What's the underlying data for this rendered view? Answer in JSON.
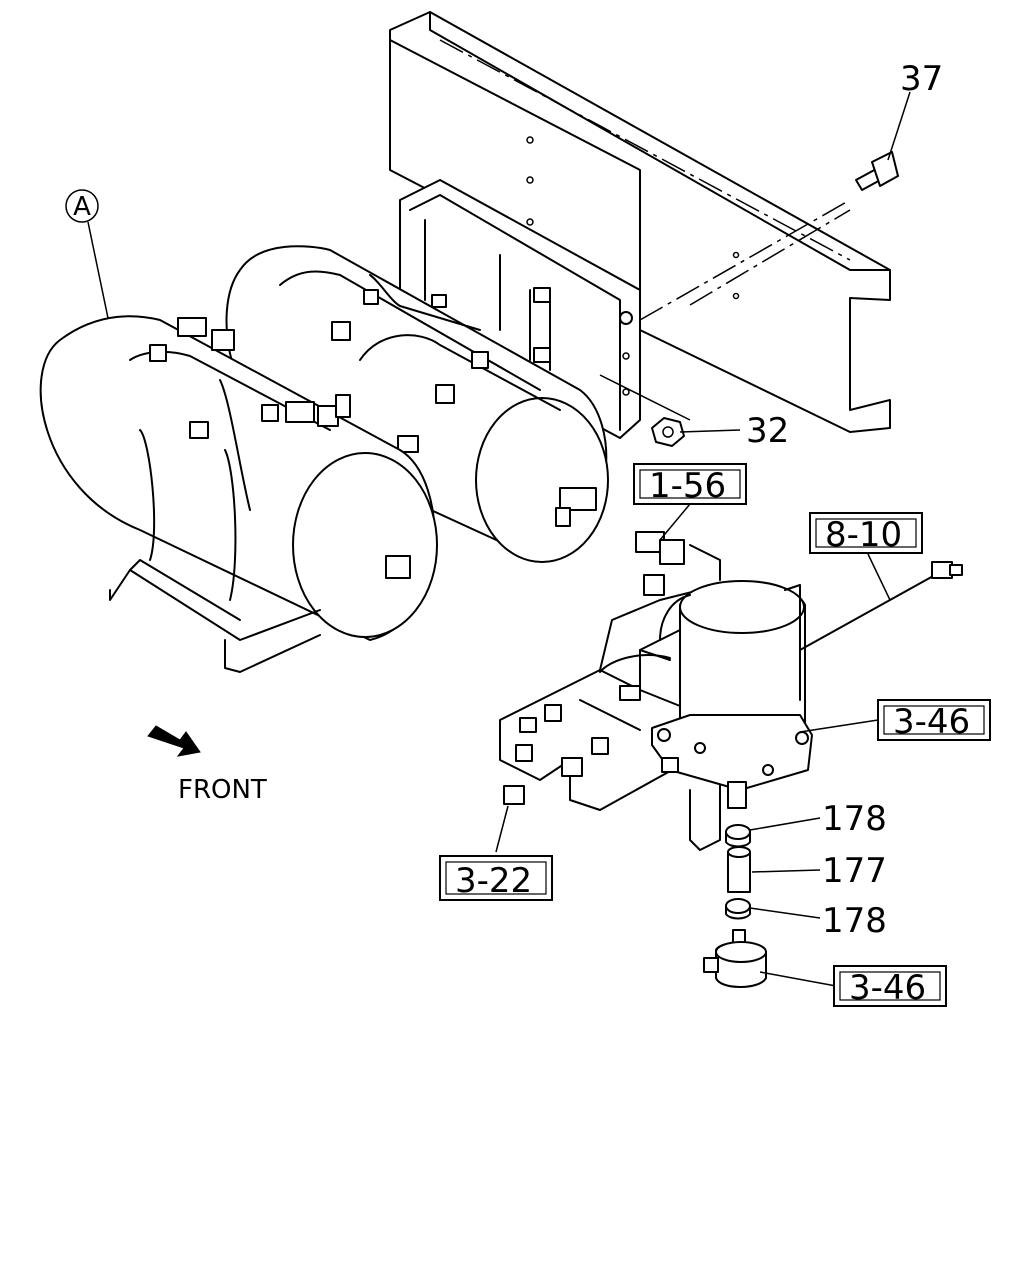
{
  "diagram": {
    "callouts": [
      {
        "id": "c37",
        "text": "37"
      },
      {
        "id": "c32",
        "text": "32"
      },
      {
        "id": "c156",
        "text": "1-56"
      },
      {
        "id": "c810",
        "text": "8-10"
      },
      {
        "id": "c346a",
        "text": "3-46"
      },
      {
        "id": "c178a",
        "text": "178"
      },
      {
        "id": "c177",
        "text": "177"
      },
      {
        "id": "c178b",
        "text": "178"
      },
      {
        "id": "c346b",
        "text": "3-46"
      },
      {
        "id": "c322",
        "text": "3-22"
      }
    ],
    "view_marker": "A",
    "direction_label": "FRONT"
  }
}
